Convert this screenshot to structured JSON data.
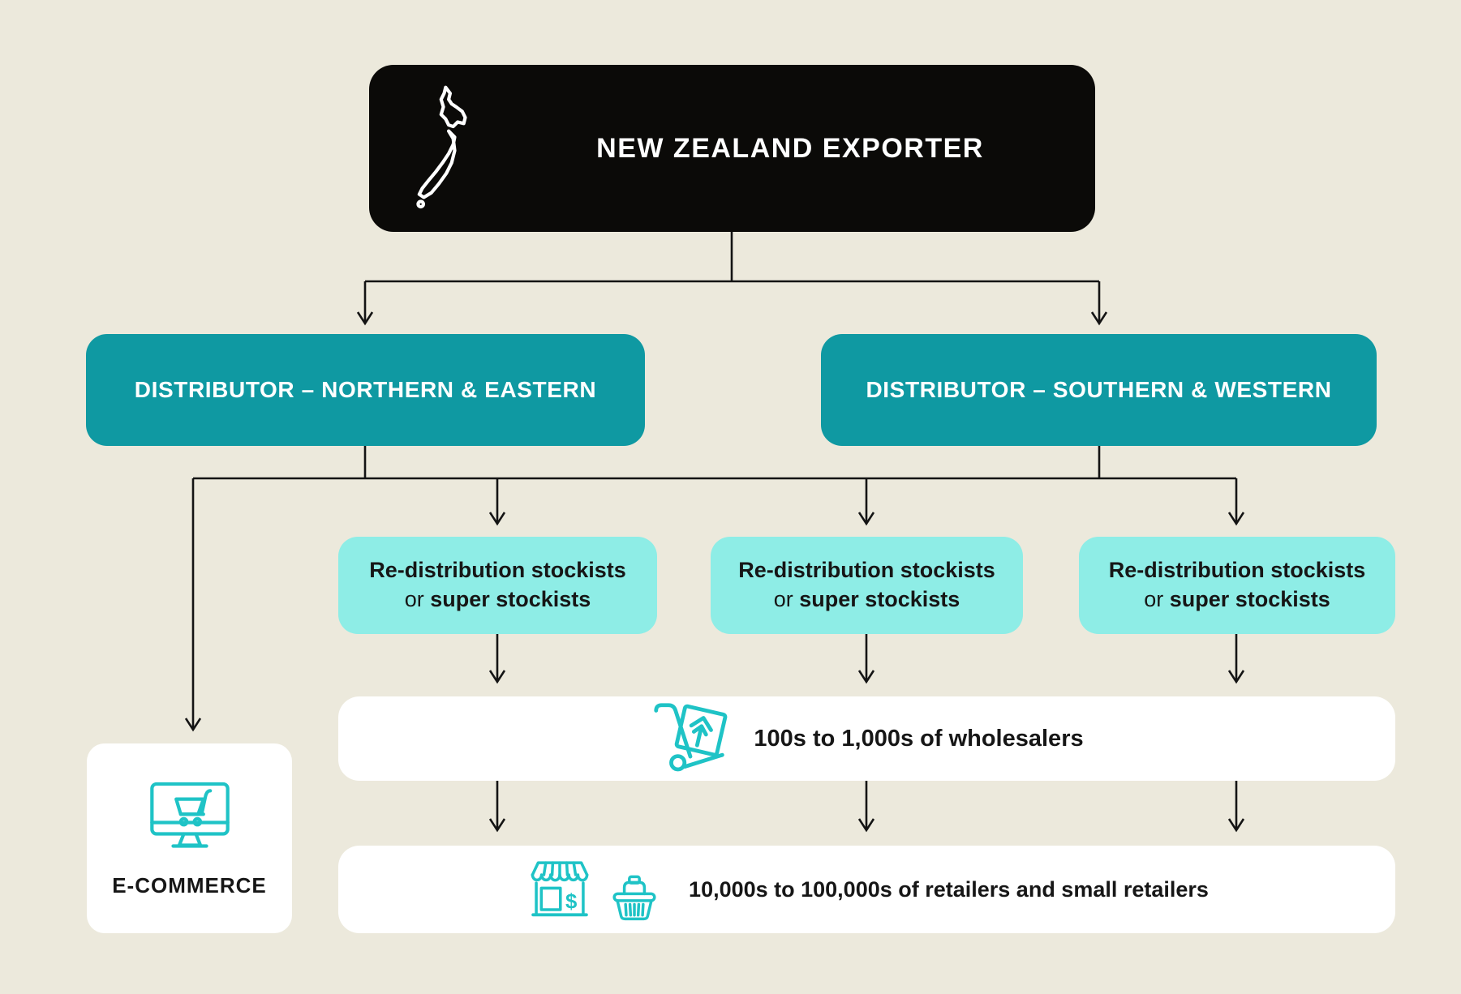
{
  "palette": {
    "background": "#ECE9DC",
    "exporter_bg": "#0B0A08",
    "distributor_bg": "#0F99A2",
    "stockist_bg": "#8EEDE6",
    "card_bg": "#FFFFFF",
    "icon_teal": "#1FC3C6",
    "text_dark": "#161616",
    "line_color": "#141414"
  },
  "exporter": {
    "label": "NEW ZEALAND EXPORTER",
    "icon": "new-zealand-map-icon"
  },
  "distributors": [
    {
      "label": "DISTRIBUTOR – NORTHERN & EASTERN"
    },
    {
      "label": "DISTRIBUTOR – SOUTHERN & WESTERN"
    }
  ],
  "stockists": [
    {
      "line1": "Re-distribution stockists",
      "line2_normal": "or",
      "line2_bold": "super stockists"
    },
    {
      "line1": "Re-distribution stockists",
      "line2_normal": "or",
      "line2_bold": "super stockists"
    },
    {
      "line1": "Re-distribution stockists",
      "line2_normal": "or",
      "line2_bold": "super stockists"
    }
  ],
  "wholesalers": {
    "label": "100s to 1,000s of wholesalers",
    "icon": "hand-truck-icon"
  },
  "retailers": {
    "label": "10,000s to 100,000s of retailers and small retailers",
    "icons": [
      "storefront-icon",
      "shopping-basket-icon"
    ]
  },
  "ecommerce": {
    "label": "E-COMMERCE",
    "icon": "monitor-cart-icon"
  }
}
